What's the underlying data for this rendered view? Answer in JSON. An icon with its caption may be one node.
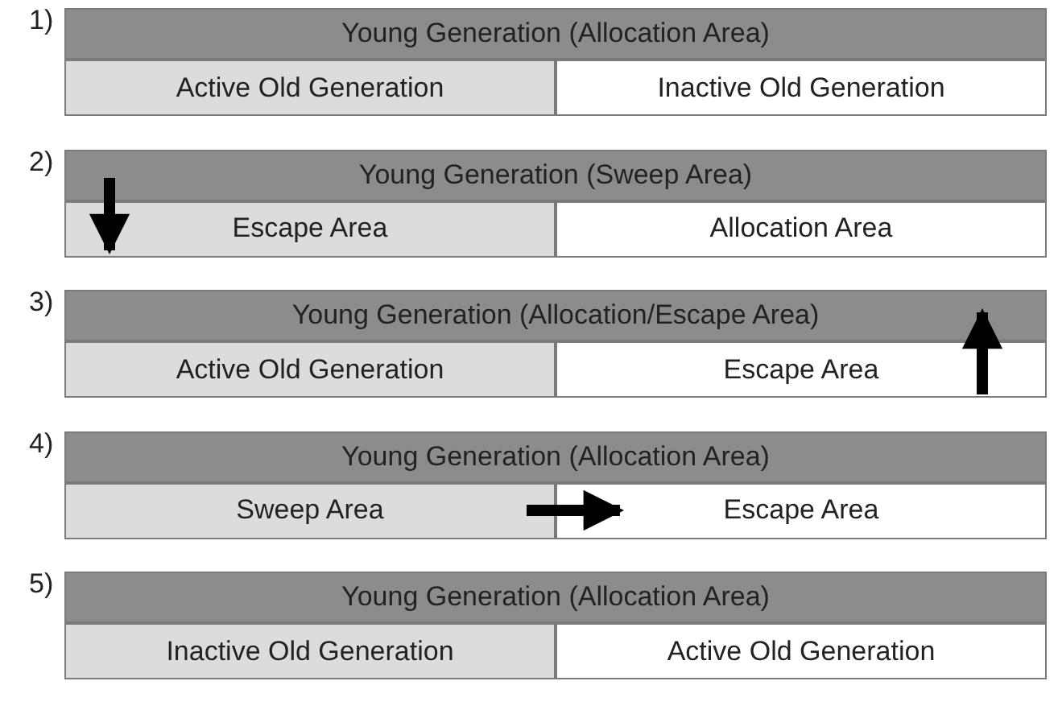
{
  "diagram": {
    "nodes": [
      {
        "text": [
          "Young Generation (Allocation Area)"
        ]
      },
      {
        "text": [
          "Active Old Generation"
        ]
      },
      {
        "text": [
          "Inactive Old Generation"
        ]
      },
      {
        "text": [
          "Young Generation (Sweep Area)"
        ]
      },
      {
        "text": [
          "Escape Area"
        ]
      },
      {
        "text": [
          "Allocation Area"
        ]
      },
      {
        "text": [
          "Young Generation (Allocation/Escape Area)"
        ]
      },
      {
        "text": [
          "Active Old Generation"
        ]
      },
      {
        "text": [
          "Escape Area"
        ]
      },
      {
        "text": [
          "Young Generation (Allocation Area)"
        ]
      },
      {
        "text": [
          "Sweep Area"
        ]
      },
      {
        "text": [
          "Escape Area"
        ]
      },
      {
        "text": [
          "Young Generation (Allocation Area)"
        ]
      },
      {
        "text": [
          "Inactive Old Generation"
        ]
      },
      {
        "text": [
          "Active Old Generation"
        ]
      }
    ],
    "edges": [
      {
        "from": 3,
        "to": 4,
        "arrow": "to"
      },
      {
        "from": 8,
        "to": 6,
        "arrow": "to"
      },
      {
        "from": 10,
        "to": 11,
        "arrow": "to"
      }
    ],
    "labels": [
      "1)",
      "2)",
      "3)",
      "4)",
      "5)"
    ]
  }
}
